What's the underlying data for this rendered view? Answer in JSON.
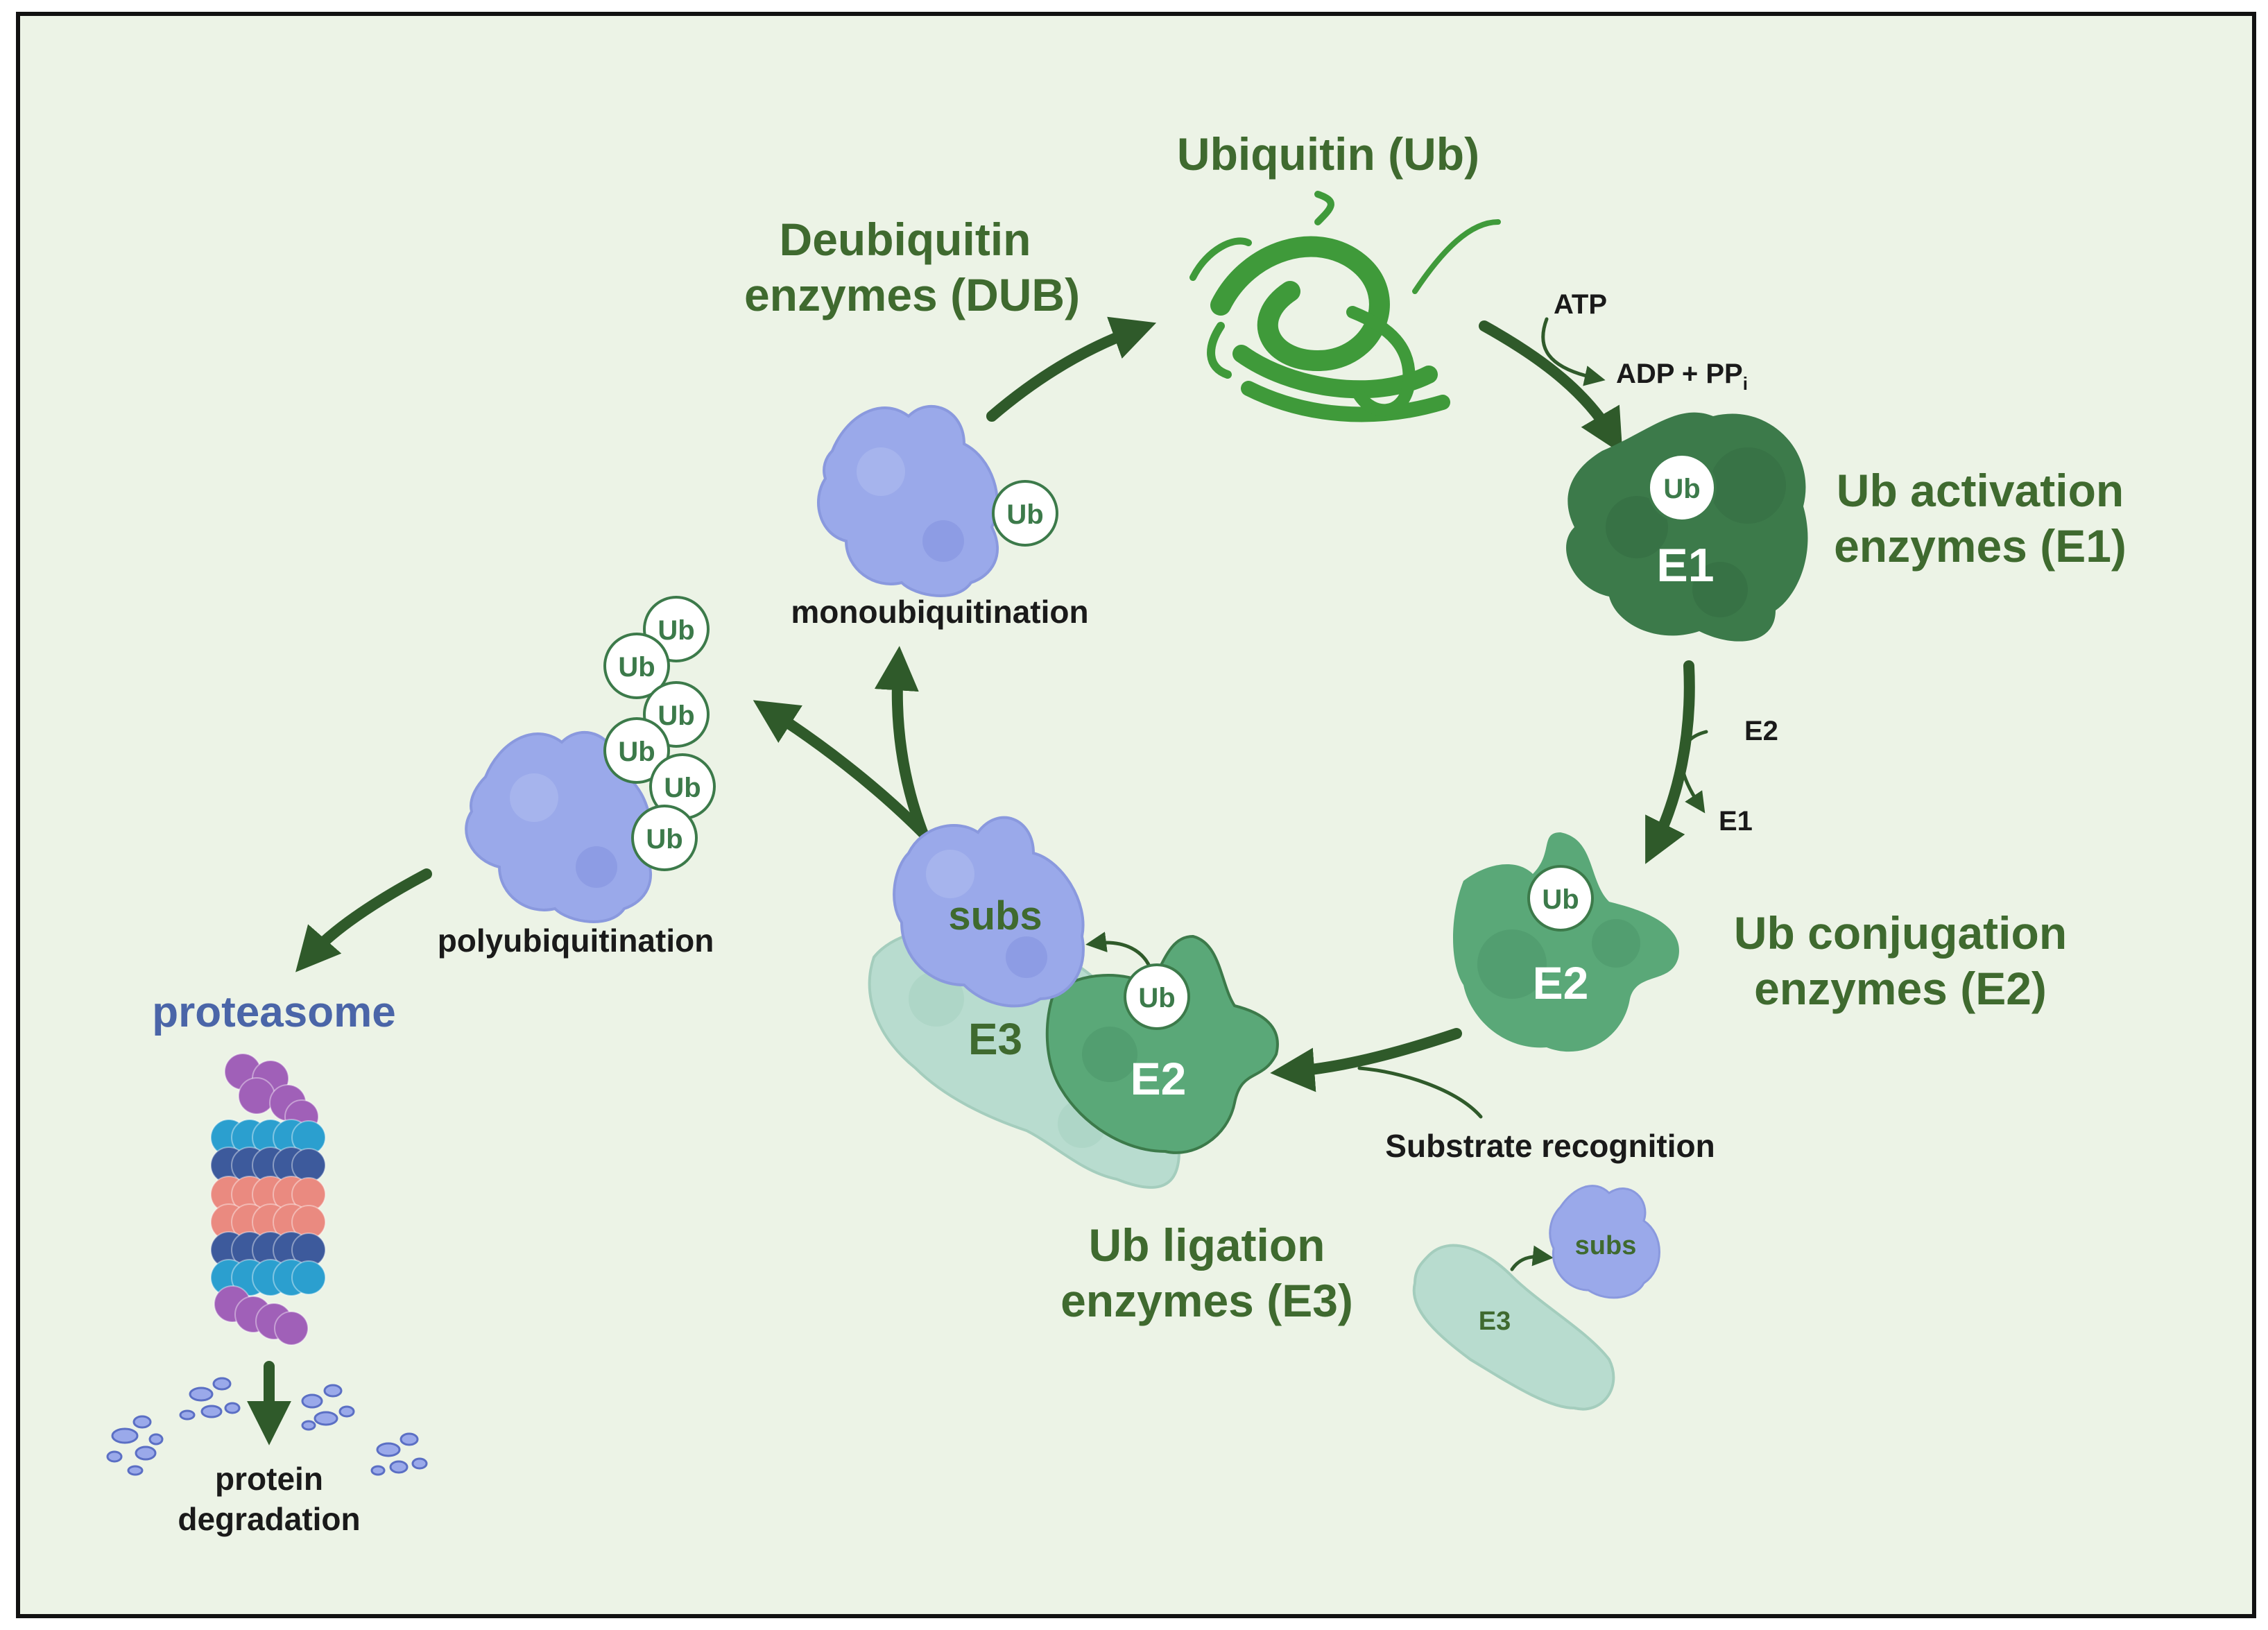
{
  "colors": {
    "background": "#ecf3e6",
    "frame": "#111111",
    "title_green": "#3f6a2f",
    "arrow": "#2f5a2a",
    "e1": "#3c7a4a",
    "e2": "#5aa878",
    "e3": "#b8dccf",
    "substrate": "#9aa9ea",
    "ubiquitin_ribbon": "#3f9a3a",
    "proteasome_title": "#4a65a8",
    "proteasome_magenta": "#a060b8",
    "proteasome_cyan": "#2b9fcf",
    "proteasome_navy": "#3d5a9c",
    "proteasome_salmon": "#ea8a80"
  },
  "titles": {
    "ubiquitin": "Ubiquitin (Ub)",
    "dub_line1": "Deubiquitin",
    "dub_line2": "enzymes (DUB)",
    "e1_line1": "Ub activation",
    "e1_line2": "enzymes (E1)",
    "e2_line1": "Ub conjugation",
    "e2_line2": "enzymes (E2)",
    "e3_line1": "Ub ligation",
    "e3_line2": "enzymes (E3)",
    "proteasome": "proteasome"
  },
  "labels": {
    "atp": "ATP",
    "adp": "ADP + PP",
    "adp_sub": "i",
    "e2_in": "E2",
    "e1_out": "E1",
    "monoubiquitination": "monoubiquitination",
    "polyubiquitination": "polyubiquitination",
    "substrate_recognition": "Substrate recognition",
    "degradation_line1": "protein",
    "degradation_line2": "degradation"
  },
  "shapes": {
    "ub": "Ub",
    "e1": "E1",
    "e2": "E2",
    "e3": "E3",
    "subs": "subs"
  }
}
